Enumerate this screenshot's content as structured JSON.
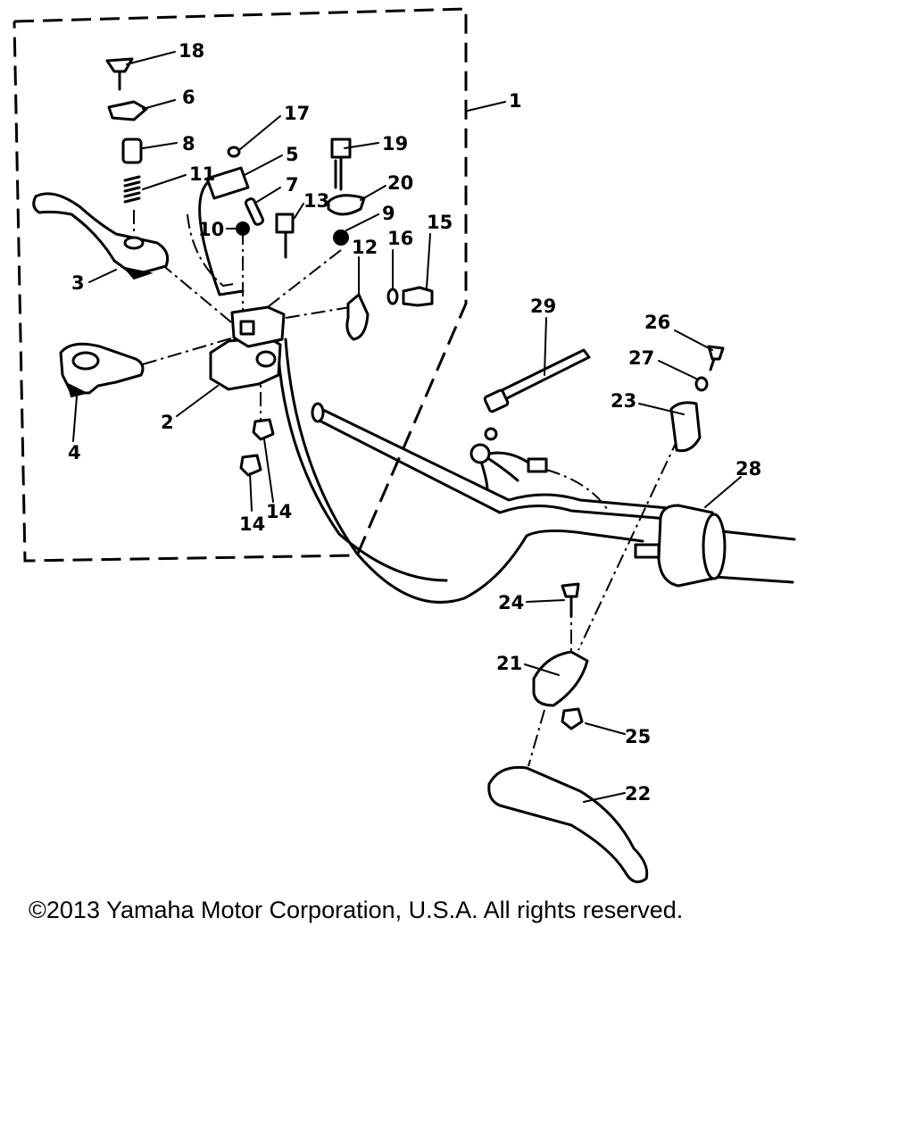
{
  "callouts": {
    "p1": "1",
    "p2": "2",
    "p3": "3",
    "p4": "4",
    "p5": "5",
    "p6": "6",
    "p7": "7",
    "p8": "8",
    "p9": "9",
    "p10": "10",
    "p11": "11",
    "p12": "12",
    "p13": "13",
    "p14a": "14",
    "p14b": "14",
    "p15": "15",
    "p16": "16",
    "p17": "17",
    "p18": "18",
    "p19": "19",
    "p20": "20",
    "p21": "21",
    "p22": "22",
    "p23": "23",
    "p24": "24",
    "p25": "25",
    "p26": "26",
    "p27": "27",
    "p28": "28",
    "p29": "29"
  },
  "copyright": "©2013 Yamaha Motor Corporation, U.S.A. All rights reserved."
}
